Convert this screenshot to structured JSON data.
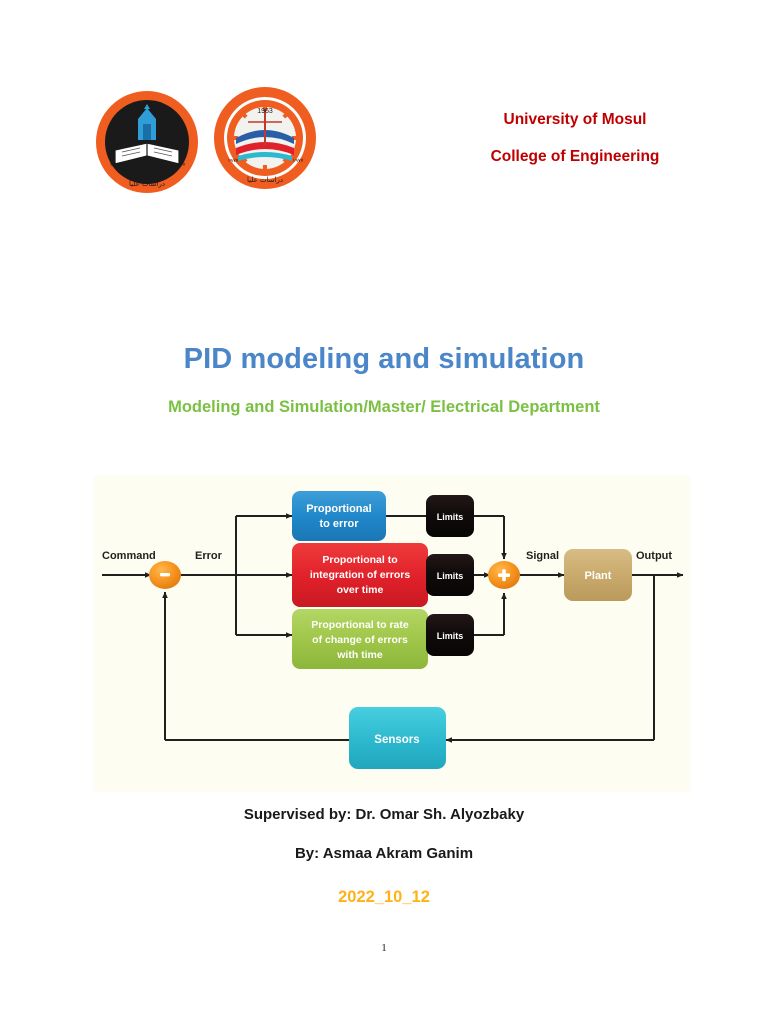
{
  "header": {
    "logos": [
      {
        "name": "university-of-mosul-emblem",
        "alt": "University of Mosul emblem",
        "year": ""
      },
      {
        "name": "college-of-engineering-emblem",
        "alt": "College of Engineering emblem",
        "year": "1963"
      }
    ],
    "lines": [
      "University of Mosul",
      "College of Engineering"
    ],
    "color": "#c00000"
  },
  "title": {
    "main": "PID modeling and simulation",
    "main_color": "#4a86c8",
    "sub": "Modeling and Simulation/Master/ Electrical Department",
    "sub_color": "#7bc043"
  },
  "diagram": {
    "name": "pid-control-block-diagram",
    "background": "#fdfdf2",
    "io_labels": {
      "command": "Command",
      "error": "Error",
      "signal": "Signal",
      "output": "Output"
    },
    "junctions": {
      "sum_error": "-",
      "sum_signal": "+"
    },
    "blocks": {
      "proportional": {
        "color": "#1f86c8",
        "lines": [
          "Proportional",
          "to error"
        ]
      },
      "integral": {
        "color": "#e0202a",
        "lines": [
          "Proportional to",
          "integration of errors",
          "over time"
        ]
      },
      "derivative": {
        "color": "#9ec547",
        "lines": [
          "Proportional to rate",
          "of change of errors",
          "with time"
        ]
      },
      "limits": {
        "color": "#120c0c",
        "label": "Limits",
        "count": 3
      },
      "plant": {
        "color": "#c8a96b",
        "label": "Plant"
      },
      "sensors": {
        "color": "#2cb8ce",
        "label": "Sensors"
      }
    }
  },
  "footer": {
    "supervisor": "Supervised by: Dr. Omar Sh. Alyozbaky",
    "author": "By: Asmaa Akram Ganim",
    "date": "2022_10_12",
    "date_color": "#ffb217",
    "page_number": "1"
  }
}
